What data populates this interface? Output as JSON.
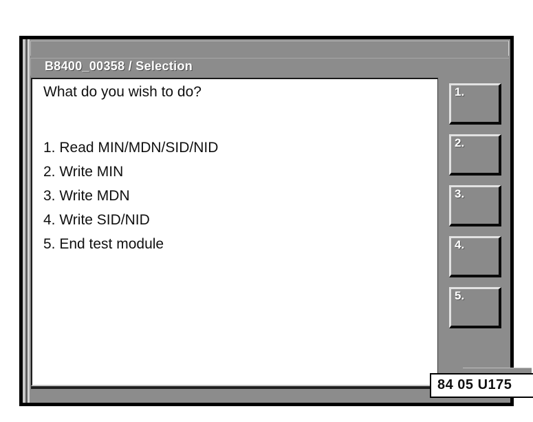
{
  "window": {
    "title": "B8400_00358 / Selection"
  },
  "content": {
    "prompt": "What do you wish to do?",
    "menu_items": [
      "1. Read MIN/MDN/SID/NID",
      "2. Write MIN",
      "3. Write MDN",
      "4. Write SID/NID",
      "5. End test module"
    ]
  },
  "softkeys": [
    {
      "label": "1."
    },
    {
      "label": "2."
    },
    {
      "label": "3."
    },
    {
      "label": "4."
    },
    {
      "label": "5."
    }
  ],
  "status": {
    "code": "84 05 U175"
  },
  "colors": {
    "frame": "#000000",
    "panel_bg": "#8c8c8c",
    "content_bg": "#ffffff",
    "title_text": "#ffffff",
    "body_text": "#101010"
  }
}
